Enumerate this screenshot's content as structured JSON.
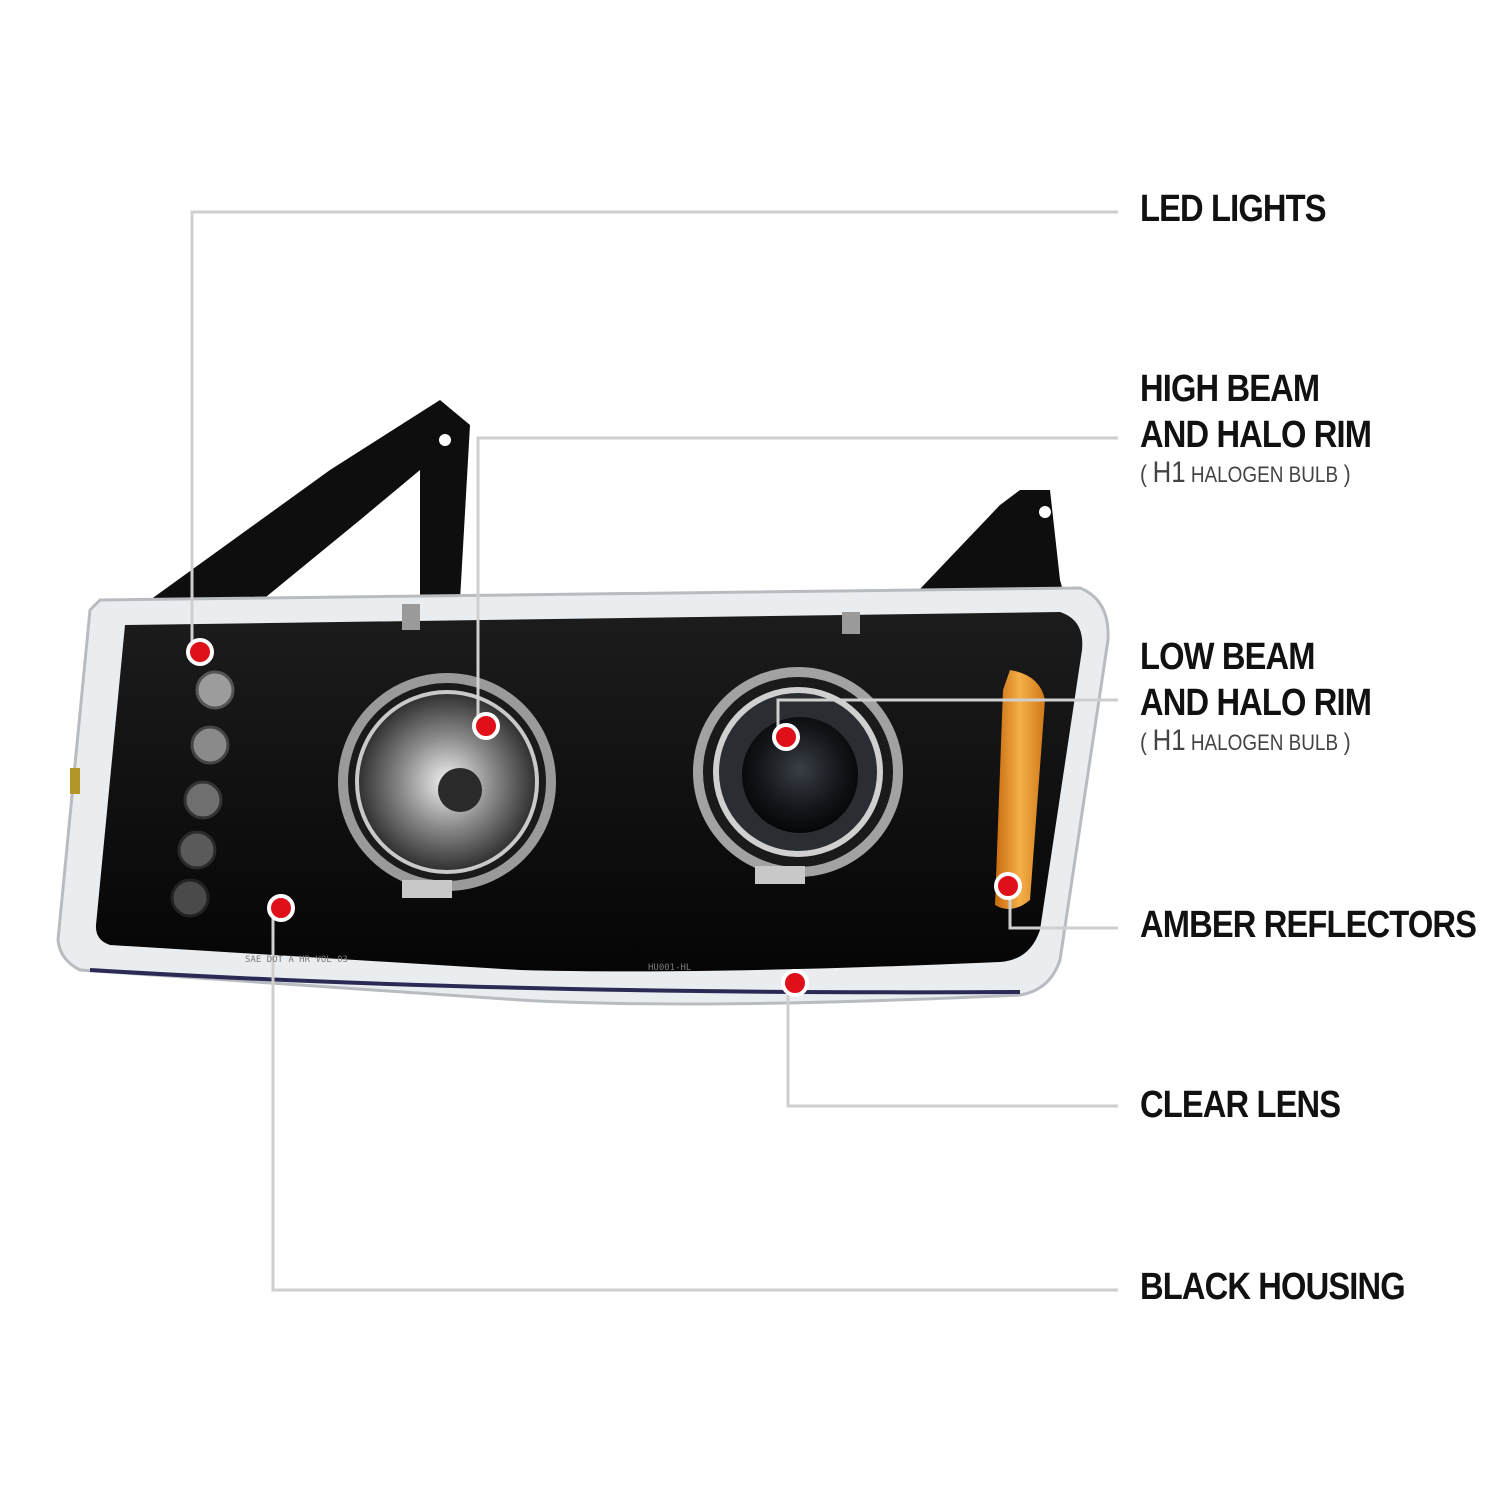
{
  "colors": {
    "leader": "#cfcfcf",
    "dot": "#e0101a",
    "housing": "#0a0a0a",
    "chrome": "#bfbfbf",
    "amber": "#f0a030"
  },
  "callouts": [
    {
      "id": "led-lights",
      "lines": [
        "LED LIGHTS"
      ]
    },
    {
      "id": "high-beam",
      "lines": [
        "HIGH BEAM",
        "AND HALO RIM"
      ],
      "note_open": "( ",
      "note_code": "H1",
      "note_text": " HALOGEN BULB",
      "note_close": " )"
    },
    {
      "id": "low-beam",
      "lines": [
        "LOW BEAM",
        "AND HALO RIM"
      ],
      "note_open": "( ",
      "note_code": "H1",
      "note_text": " HALOGEN BULB",
      "note_close": " )"
    },
    {
      "id": "amber-reflectors",
      "lines": [
        "AMBER REFLECTORS"
      ]
    },
    {
      "id": "clear-lens",
      "lines": [
        "CLEAR LENS"
      ]
    },
    {
      "id": "black-housing",
      "lines": [
        "BLACK HOUSING"
      ]
    }
  ],
  "lens_markings": {
    "left": "SAE DOT A HR VOL 03",
    "right": "HU001-HL"
  }
}
